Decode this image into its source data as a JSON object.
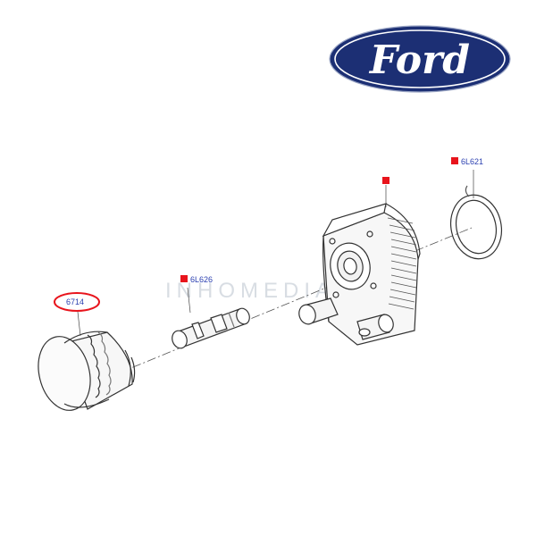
{
  "brand": {
    "logo_text": "Ford",
    "logo_color": "#1c2f74",
    "logo_text_color": "#ffffff"
  },
  "diagram": {
    "callouts": [
      {
        "id": "oil-filter",
        "label": "6714",
        "highlighted": true
      },
      {
        "id": "connector",
        "label": "6L626",
        "highlighted": false
      },
      {
        "id": "oil-cooler",
        "label": "",
        "highlighted": false
      },
      {
        "id": "gasket",
        "label": "6L621",
        "highlighted": false
      }
    ],
    "watermark": "INHOMEDIA",
    "marker_color": "#e8141c",
    "highlight_color": "#e8141c",
    "label_color": "#2a3fb0"
  }
}
